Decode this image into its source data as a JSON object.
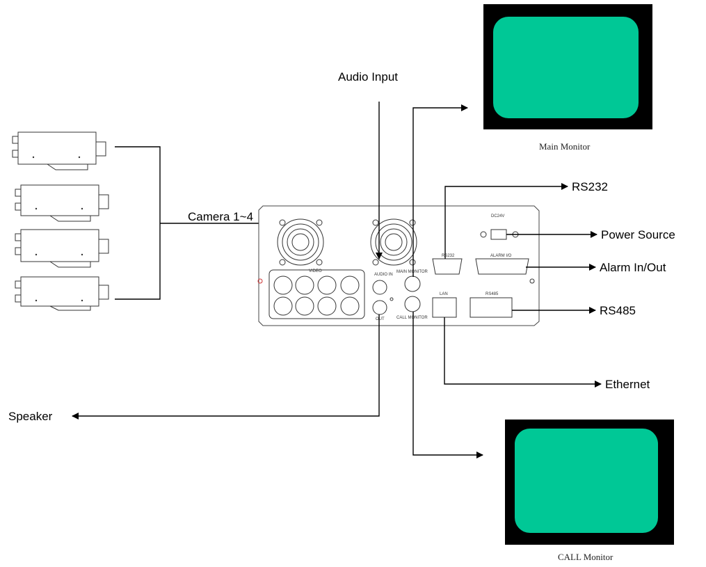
{
  "labels": {
    "audio_input": "Audio Input",
    "camera": "Camera 1~4",
    "speaker": "Speaker",
    "main_monitor": "Main Monitor",
    "call_monitor": "CALL Monitor",
    "rs232": "RS232",
    "power_source": "Power Source",
    "alarm": "Alarm In/Out",
    "rs485": "RS485",
    "ethernet": "Ethernet"
  },
  "panel_labels": {
    "video": "VIDEO",
    "audio_in": "AUDIO IN",
    "audio_out": "OUT",
    "main_monitor": "MAIN MONITOR",
    "call_monitor": "CALL MONITOR",
    "rs232": "RS232",
    "alarm_io": "ALARM  I/O",
    "lan": "LAN",
    "rs485": "RS485",
    "dc": "DC24V"
  },
  "colors": {
    "screen": "#00C896",
    "bezel": "#000000",
    "line": "#000000"
  },
  "icons": {
    "camera": "cctv-camera-icon",
    "monitor": "monitor-icon",
    "fan": "fan-icon",
    "bnc": "bnc-connector-icon"
  }
}
